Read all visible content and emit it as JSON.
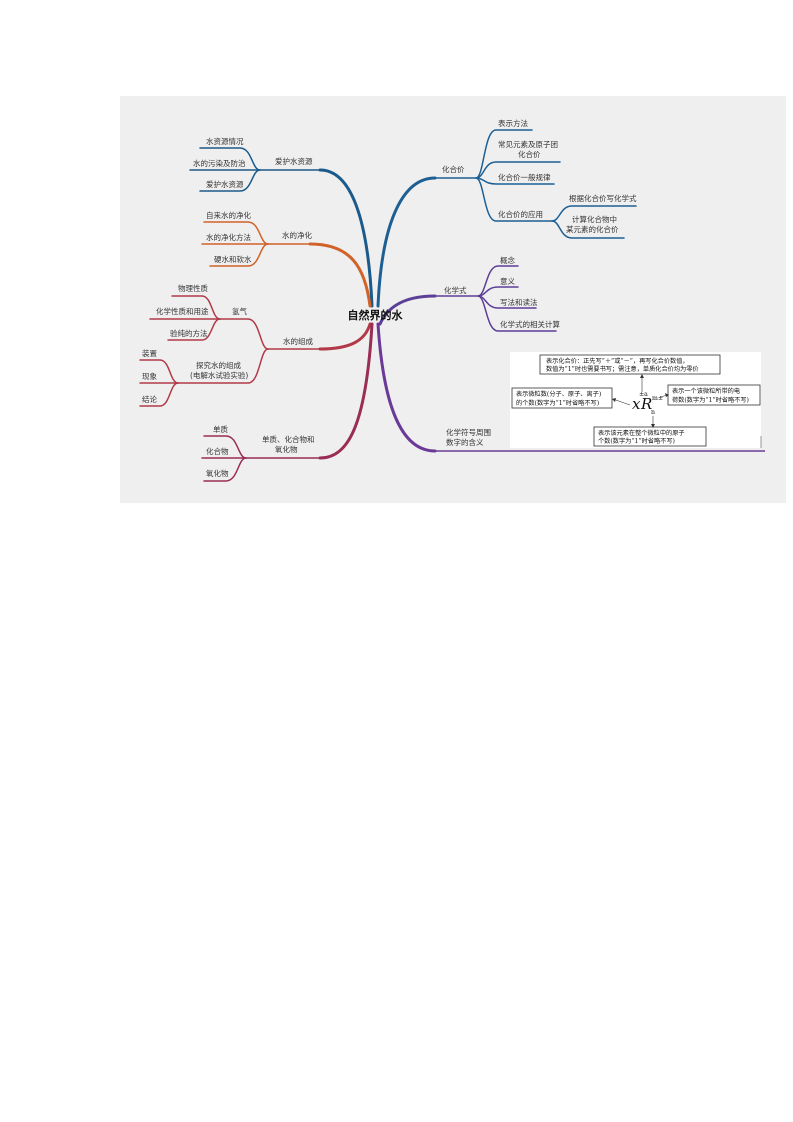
{
  "center": {
    "title": "自然界的水"
  },
  "colors": {
    "water_resources": "#1b5a8a",
    "purification": "#d0622a",
    "composition": "#b23a48",
    "substances": "#9a2d55",
    "valence": "#1d5f93",
    "formula": "#5c3f97",
    "symbols": "#6a3a96"
  },
  "left": {
    "water_resources": {
      "label": "爱护水资源",
      "children": [
        "水资源情况",
        "水的污染及防治",
        "爱护水资源"
      ]
    },
    "purification": {
      "label": "水的净化",
      "children": [
        "自来水的净化",
        "水的净化方法",
        "硬水和软水"
      ]
    },
    "composition": {
      "label": "水的组成",
      "hydrogen": {
        "label": "氢气",
        "children": [
          "物理性质",
          "化学性质和用途",
          "验纯的方法"
        ]
      },
      "explore": {
        "label_line1": "探究水的组成",
        "label_line2": "(电解水试验实验)",
        "children": [
          "装置",
          "现象",
          "结论"
        ]
      }
    },
    "substances": {
      "label_line1": "单质、化合物和",
      "label_line2": "氧化物",
      "children": [
        "单质",
        "化合物",
        "氧化物"
      ]
    }
  },
  "right": {
    "valence": {
      "label": "化合价",
      "children": {
        "c1": "表示方法",
        "c2_line1": "常见元素及原子团",
        "c2_line2": "化合价",
        "c3": "化合价一般规律",
        "c4": "化合价的应用"
      },
      "application": {
        "a1": "根据化合价写化学式",
        "a2_line1": "计算化合物中",
        "a2_line2": "某元素的化合价"
      }
    },
    "formula": {
      "label": "化学式",
      "children": [
        "概念",
        "意义",
        "写法和读法",
        "化学式的相关计算"
      ]
    },
    "symbols": {
      "label_line1": "化学符号周围",
      "label_line2": "数字的含义",
      "diagram": {
        "top_box_line1": "表示化合价：正先写“＋”或“－”，再写化合价数值，",
        "top_box_line2": "数值为“1”时也需要书写；需注意，单质化合价均为零价",
        "left_box_line1": "表示微粒数(分子、原子、离子)",
        "left_box_line2": "的个数(数字为“1”时省略不写)",
        "right_box_line1": "表示一个该微粒所带的电",
        "right_box_line2": "荷数(数字为“1”时省略不写)",
        "bottom_box_line1": "表示该元素在整个微粒中的原子",
        "bottom_box_line2": "个数(数字为“1”时省略不写)",
        "x": "x",
        "R": "R",
        "sup_left": "±a",
        "sup_right": "m±",
        "sub": "n"
      }
    }
  }
}
